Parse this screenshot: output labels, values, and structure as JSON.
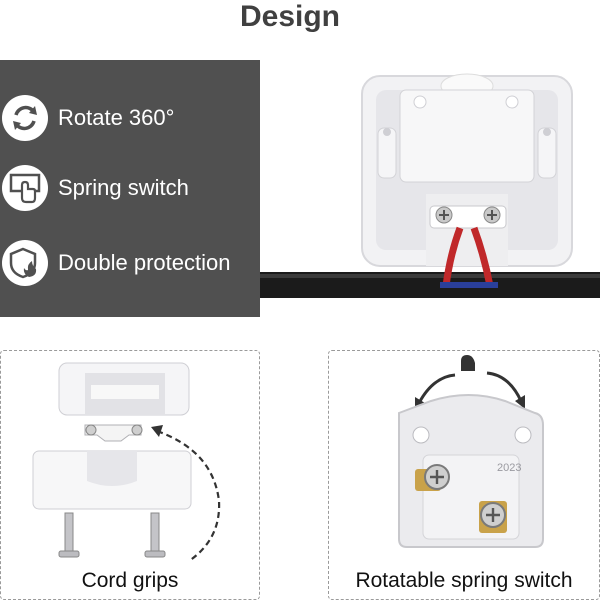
{
  "title": "Design",
  "features": [
    {
      "icon": "rotate-icon",
      "label": "Rotate 360°"
    },
    {
      "icon": "spring-switch-icon",
      "label": "Spring switch"
    },
    {
      "icon": "shield-fire-icon",
      "label": "Double protection"
    }
  ],
  "cards": {
    "left_caption": "Cord grips",
    "right_caption": "Rotatable spring switch"
  },
  "photo_marks": {
    "year_text": "2023"
  },
  "colors": {
    "panel": "#505050",
    "cable": "#1a1a1a",
    "wire_red": "#c0282a",
    "wire_blue": "#2a3f9a",
    "brass": "#c9a24a"
  }
}
